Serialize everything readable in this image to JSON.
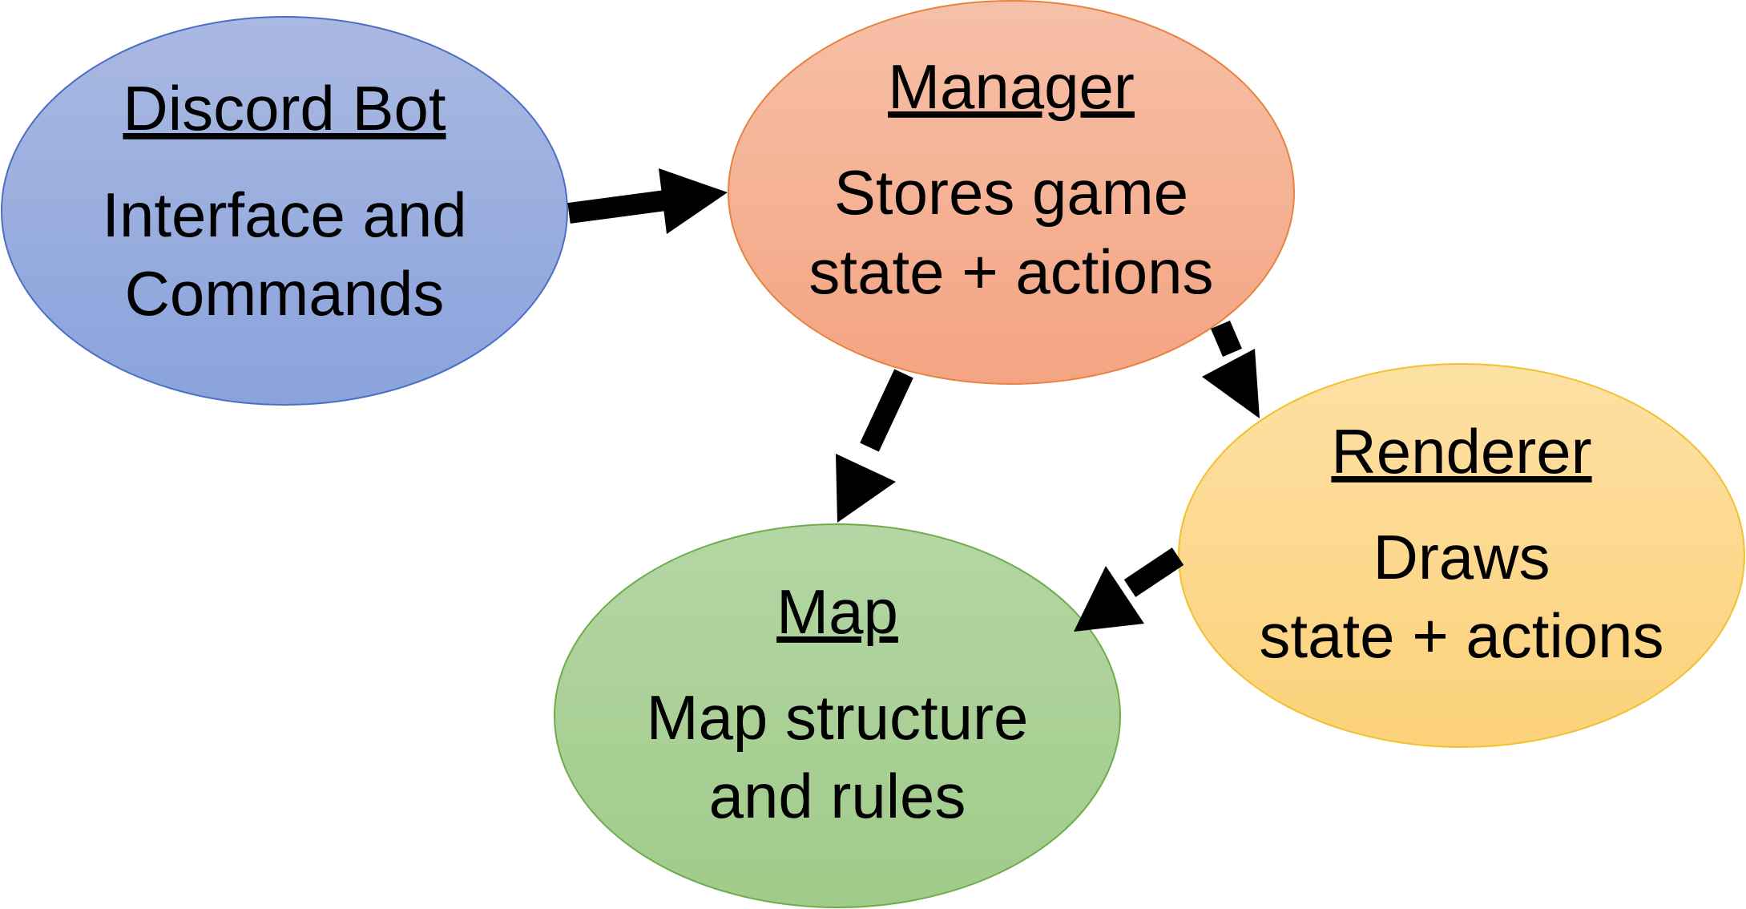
{
  "nodes": {
    "discord_bot": {
      "title": "Discord Bot",
      "line1": "Interface and",
      "line2": "Commands",
      "color_top": "#aab9e2",
      "color_bottom": "#8aa3dc",
      "stroke": "#4a6fc4"
    },
    "manager": {
      "title": "Manager",
      "line1": "Stores game",
      "line2": "state + actions",
      "color_top": "#f6c0a8",
      "color_bottom": "#f4a482",
      "stroke": "#e8823f"
    },
    "renderer": {
      "title": "Renderer",
      "line1": "Draws",
      "line2": "state + actions",
      "color_top": "#fde0a4",
      "color_bottom": "#fcd27a",
      "stroke": "#f2c12e"
    },
    "map": {
      "title": "Map",
      "line1": "Map structure",
      "line2": "and rules",
      "color_top": "#b4d6a4",
      "color_bottom": "#a0cb8a",
      "stroke": "#6fac4a"
    }
  },
  "edges": [
    {
      "from": "discord_bot",
      "to": "manager"
    },
    {
      "from": "manager",
      "to": "map"
    },
    {
      "from": "manager",
      "to": "renderer"
    },
    {
      "from": "renderer",
      "to": "map"
    }
  ]
}
